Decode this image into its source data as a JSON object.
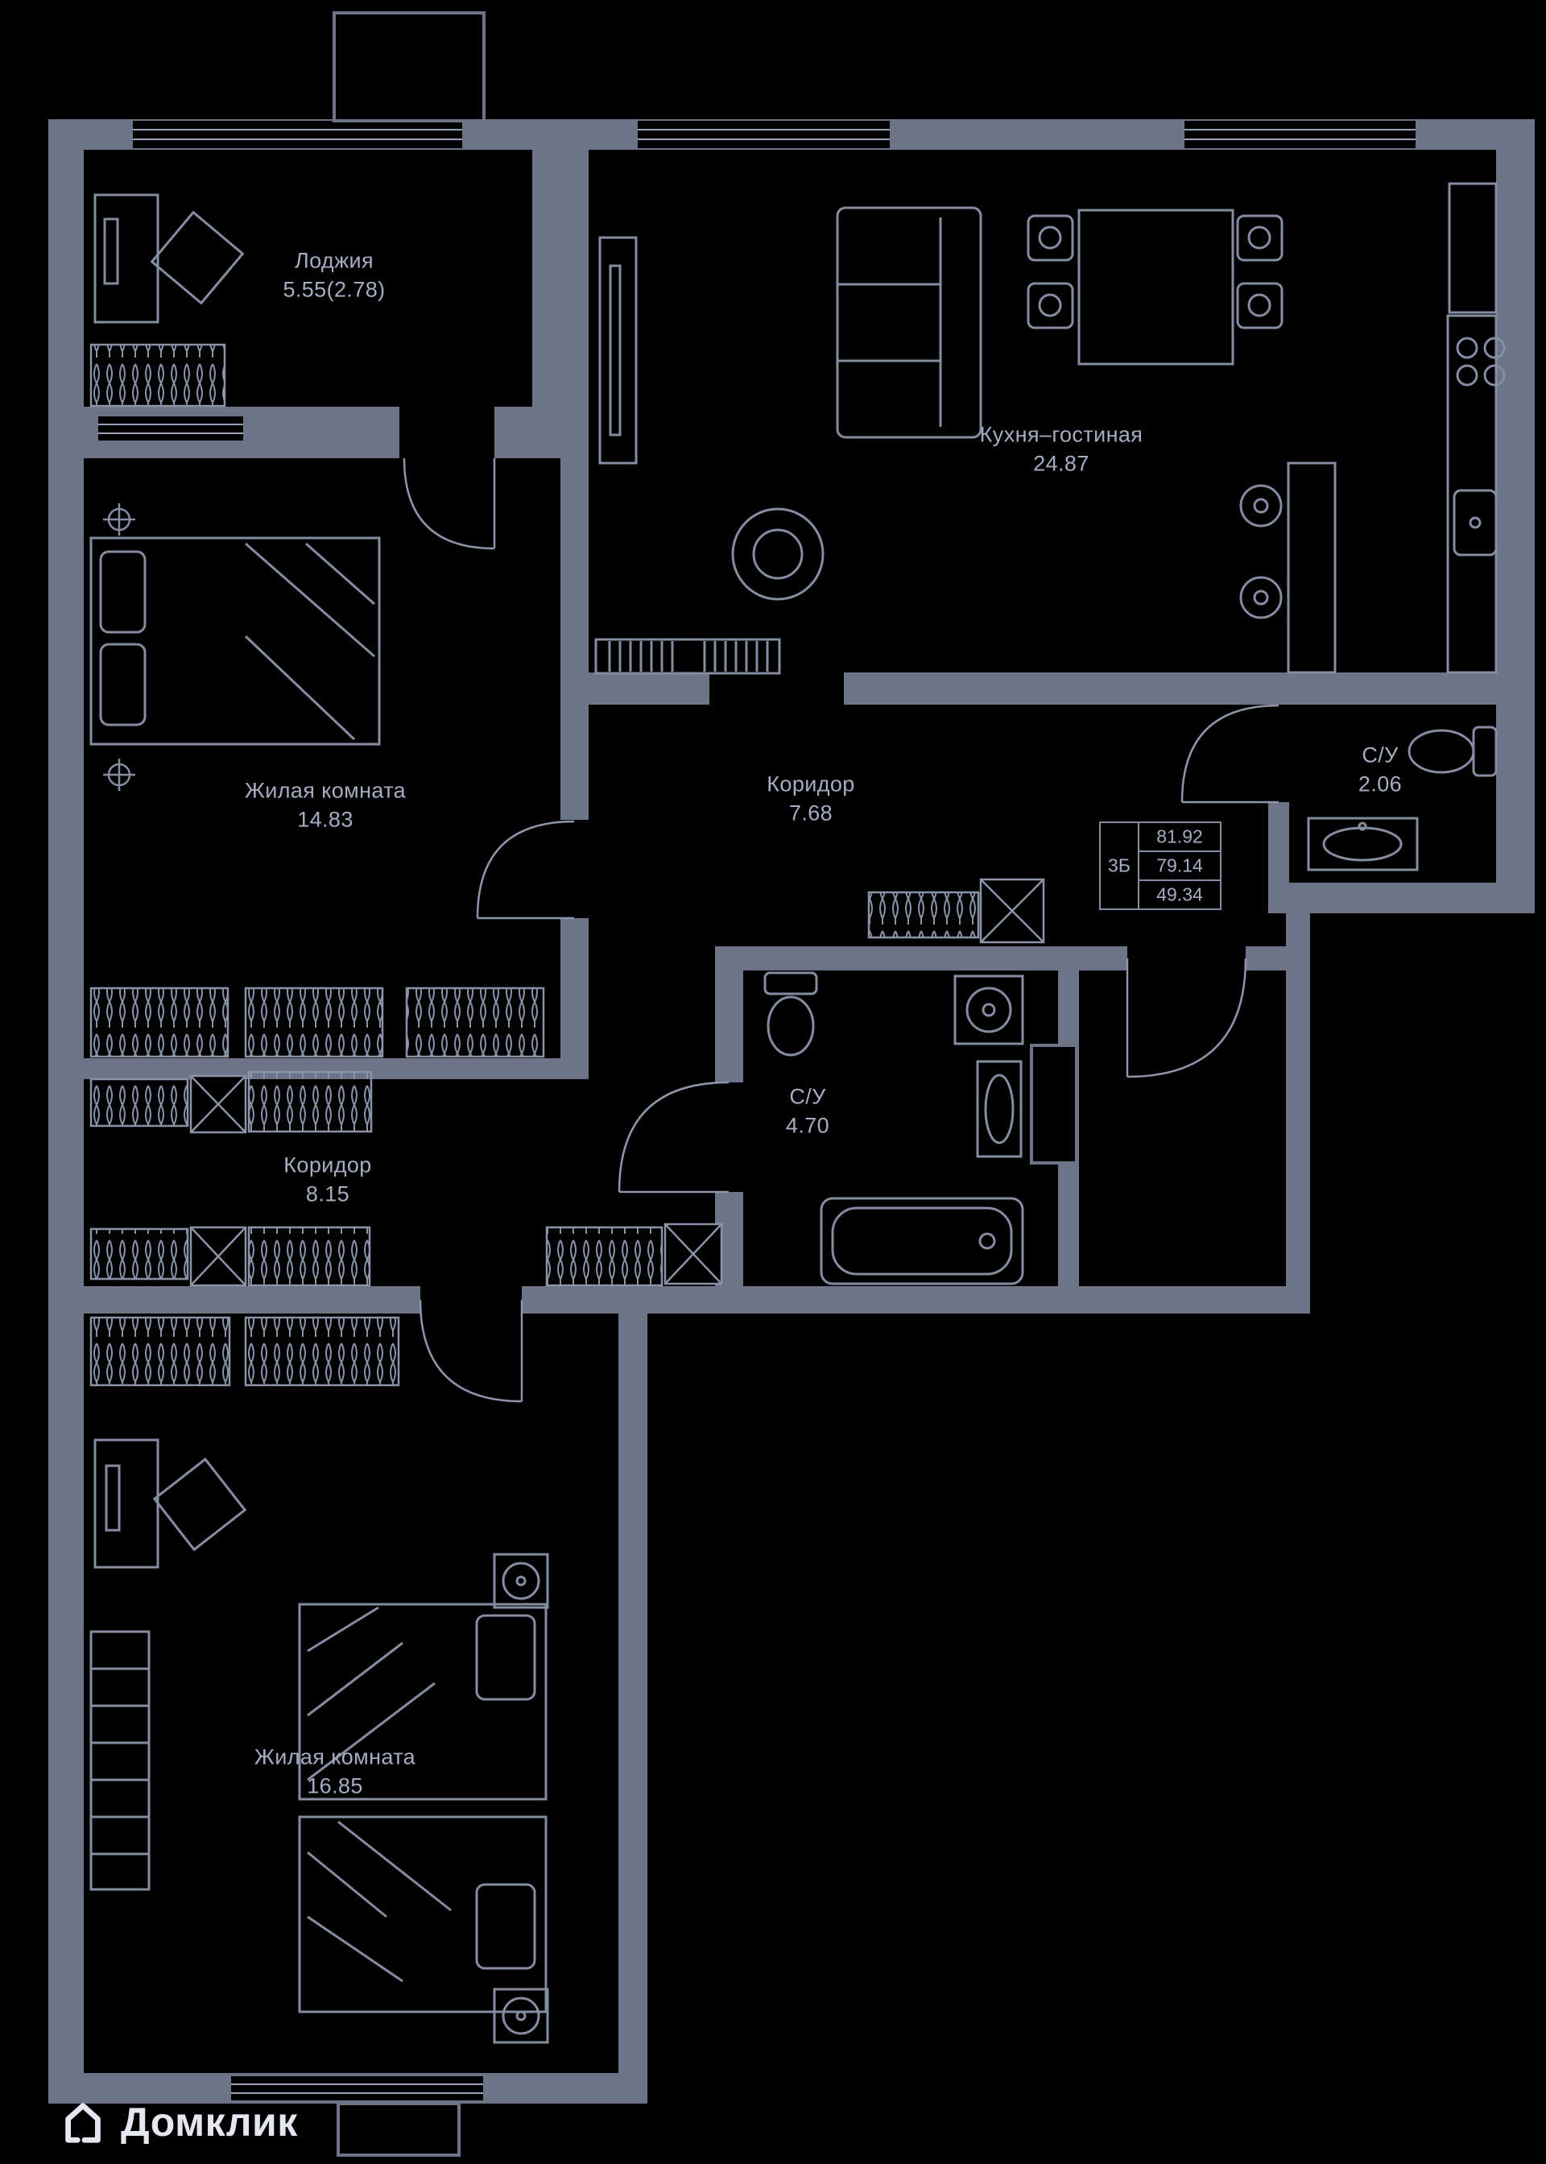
{
  "colors": {
    "background": "#000000",
    "wall": "#6d7487",
    "furniture_line": "#858da2",
    "label_text": "#a6adc2",
    "logo": "#e4e7f0"
  },
  "rooms": [
    {
      "name": "Лоджия",
      "area": "5.55(2.78)"
    },
    {
      "name": "Кухня–гостиная",
      "area": "24.87"
    },
    {
      "name": "Жилая комната",
      "area": "14.83"
    },
    {
      "name": "Коридор",
      "area": "7.68"
    },
    {
      "name": "С/У",
      "area": "2.06"
    },
    {
      "name": "С/У",
      "area": "4.70"
    },
    {
      "name": "Коридор",
      "area": "8.15"
    },
    {
      "name": "Жилая комната",
      "area": "16.85"
    }
  ],
  "info_table": {
    "label": "3Б",
    "values": [
      "81.92",
      "79.14",
      "49.34"
    ]
  },
  "logo": {
    "text": "Домклик",
    "icon": "house-icon"
  }
}
